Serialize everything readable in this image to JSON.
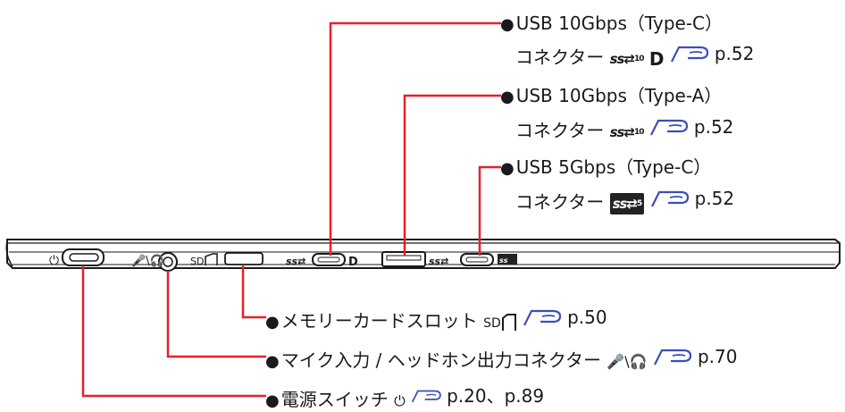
{
  "colors": {
    "leader_line": "#e8202a",
    "laptop_outline": "#1a1a1a",
    "laptop_fill": "#ffffff"
  },
  "labels": {
    "usb_c_10": {
      "bullet": "●",
      "title": "USB 10Gbps（Type-C）",
      "line2": "コネクター",
      "ss_icon": "ss⇄",
      "ss_sup": "10",
      "dp_icon": "D",
      "page": "p.52"
    },
    "usb_a_10": {
      "bullet": "●",
      "title": "USB 10Gbps（Type-A）",
      "line2": "コネクター",
      "ss_icon": "ss⇄",
      "ss_sup": "10",
      "page": "p.52"
    },
    "usb_c_5": {
      "bullet": "●",
      "title": "USB 5Gbps（Type-C）",
      "line2": "コネクター",
      "ss_icon": "ss⇄",
      "ss_sup": "5",
      "page": "p.52"
    },
    "sd_slot": {
      "bullet": "●",
      "text": "メモリーカードスロット",
      "sd_icon": "SD",
      "page": "p.50"
    },
    "audio": {
      "bullet": "●",
      "text": "マイク入力 / ヘッドホン出力コネクター",
      "icon": "🎤\\🎧",
      "page": "p.70"
    },
    "power": {
      "bullet": "●",
      "text": "電源スイッチ",
      "icon": "⏻",
      "page": "p.20、p.89"
    }
  },
  "laptop_side_labels": {
    "power_symbol": "⏻",
    "sd_text": "SD",
    "ss10": "ss⇄",
    "ss5": "ss⇄"
  }
}
